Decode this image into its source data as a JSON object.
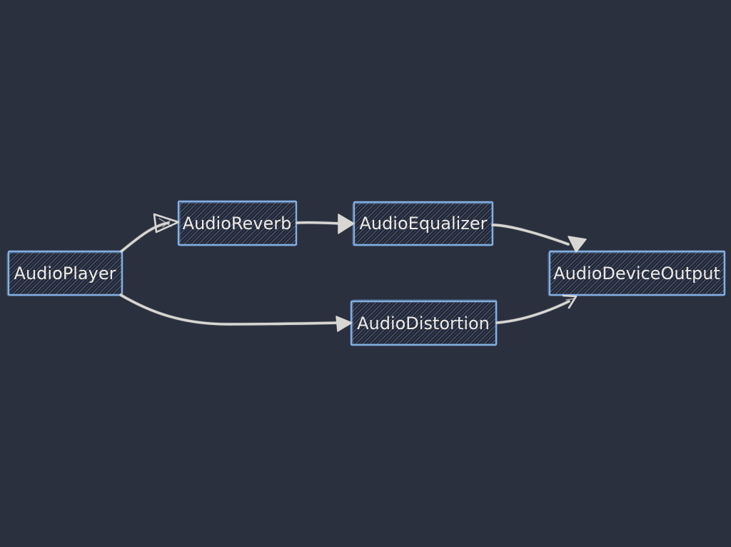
{
  "diagram": {
    "type": "flow-graph",
    "nodes": [
      {
        "id": "audioplayer",
        "label": "AudioPlayer"
      },
      {
        "id": "audioreverb",
        "label": "AudioReverb"
      },
      {
        "id": "audioequalizer",
        "label": "AudioEqualizer"
      },
      {
        "id": "audiodistortion",
        "label": "AudioDistortion"
      },
      {
        "id": "audiodeviceoutput",
        "label": "AudioDeviceOutput"
      }
    ],
    "edges": [
      {
        "from": "AudioPlayer",
        "to": "AudioReverb"
      },
      {
        "from": "AudioReverb",
        "to": "AudioEqualizer"
      },
      {
        "from": "AudioEqualizer",
        "to": "AudioDeviceOutput"
      },
      {
        "from": "AudioPlayer",
        "to": "AudioDistortion"
      },
      {
        "from": "AudioDistortion",
        "to": "AudioDeviceOutput"
      }
    ]
  },
  "colors": {
    "background": "#2a303e",
    "node_fill": "#1c202a",
    "node_border": "#82afe2",
    "edge": "#d8d7d3",
    "text": "#eceae6"
  }
}
